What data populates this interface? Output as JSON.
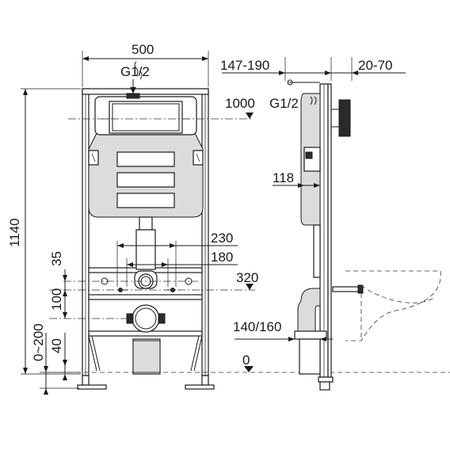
{
  "dimensions": {
    "width_500": "500",
    "height_1140": "1140",
    "inlet": "G1/2",
    "inlet_side": "G1/2",
    "level_1000": "1000",
    "depth_147_190": "147-190",
    "wall_20_70": "20-70",
    "offset_118": "118",
    "bolt_230": "230",
    "bolt_180": "180",
    "level_320": "320",
    "gap_35": "35",
    "gap_100": "100",
    "range_0_200": "0~200",
    "gap_40": "40",
    "pipe_140_160": "140/160",
    "level_0": "0"
  }
}
